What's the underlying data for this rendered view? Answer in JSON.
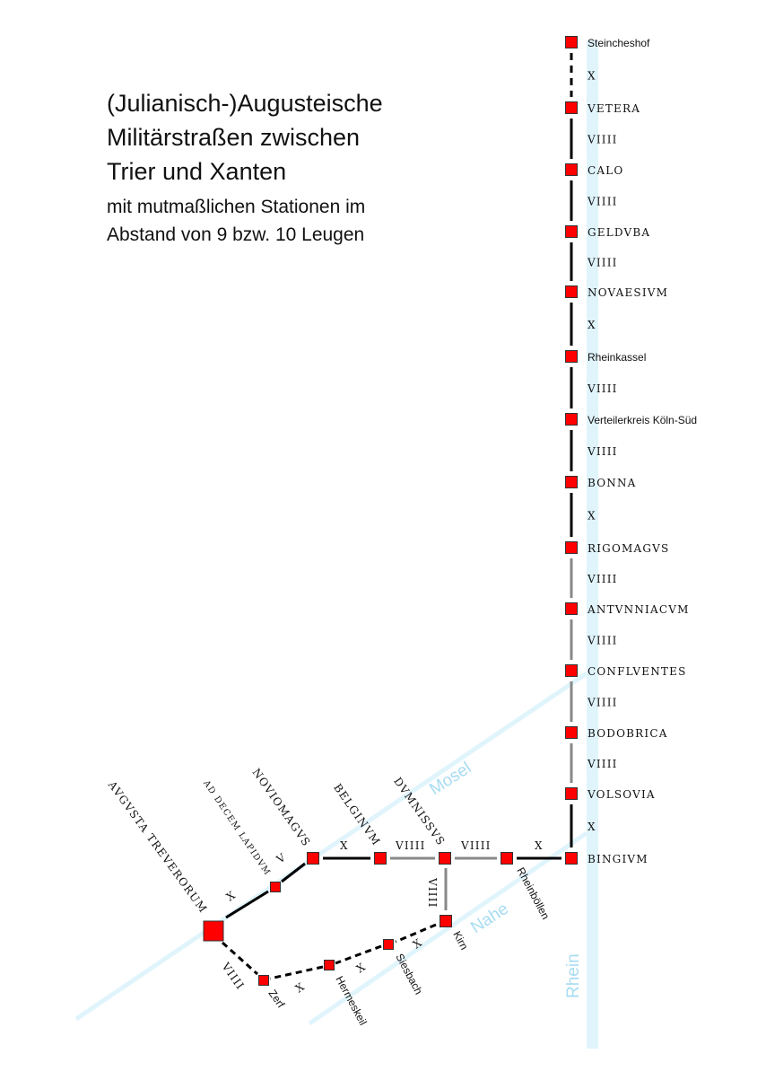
{
  "title": [
    "(Julianisch-)Augusteische",
    "Militärstraßen zwischen",
    "Trier und Xanten"
  ],
  "subtitle": [
    "mit mutmaßlichen Stationen im",
    "Abstand von 9 bzw. 10 Leugen"
  ],
  "rivers": {
    "rhein": "Rhein",
    "mosel": "Mosel",
    "nahe": "Nahe"
  },
  "colors": {
    "station": "#ff0000",
    "river": "#e0f4fc",
    "road_main": "#000000",
    "road_secondary": "#808080"
  },
  "rhine_stations": [
    {
      "name": "Steincheshof",
      "style": "modern"
    },
    {
      "name": "VETERA",
      "style": "roman"
    },
    {
      "name": "CALO",
      "style": "roman"
    },
    {
      "name": "GELDVBA",
      "style": "roman"
    },
    {
      "name": "NOVAESIVM",
      "style": "roman"
    },
    {
      "name": "Rheinkassel",
      "style": "modern"
    },
    {
      "name": "Verteilerkreis Köln-Süd",
      "style": "modern"
    },
    {
      "name": "BONNA",
      "style": "roman"
    },
    {
      "name": "RIGOMAGVS",
      "style": "roman"
    },
    {
      "name": "ANTVNNIACVM",
      "style": "roman"
    },
    {
      "name": "CONFLVENTES",
      "style": "roman"
    },
    {
      "name": "BODOBRICA",
      "style": "roman"
    },
    {
      "name": "VOLSOVIA",
      "style": "roman"
    },
    {
      "name": "BINGIVM",
      "style": "roman"
    }
  ],
  "rhine_distances": [
    "X",
    "VIIII",
    "VIIII",
    "VIIII",
    "X",
    "VIIII",
    "VIIII",
    "X",
    "VIIII",
    "VIIII",
    "VIIII",
    "VIIII",
    "X"
  ],
  "west_stations": {
    "augusta": "AVGVSTA TREVERORUM",
    "addecem": "AD DECEM LAPIDVM",
    "noviomagus": "NOVIOMAGVS",
    "belginum": "BELGINVM",
    "dumnissus": "DVMNISSVS",
    "rheinboellen": "Rheinböllen",
    "kirn": "Kirn",
    "siesbach": "Siesbach",
    "hermeskeil": "Hermeskeil",
    "zerf": "Zerf"
  },
  "west_distances": {
    "augusta_addecem": "X",
    "addecem_noviomagus": "V",
    "noviomagus_belginum": "X",
    "belginum_dumnissus": "VIIII",
    "dumnissus_rheinboellen": "VIIII",
    "rheinboellen_bingium": "X",
    "dumnissus_kirn": "VIIII",
    "kirn_siesbach": "X",
    "siesbach_hermeskeil": "X",
    "hermeskeil_zerf": "X",
    "zerf_augusta": "VIIII"
  }
}
